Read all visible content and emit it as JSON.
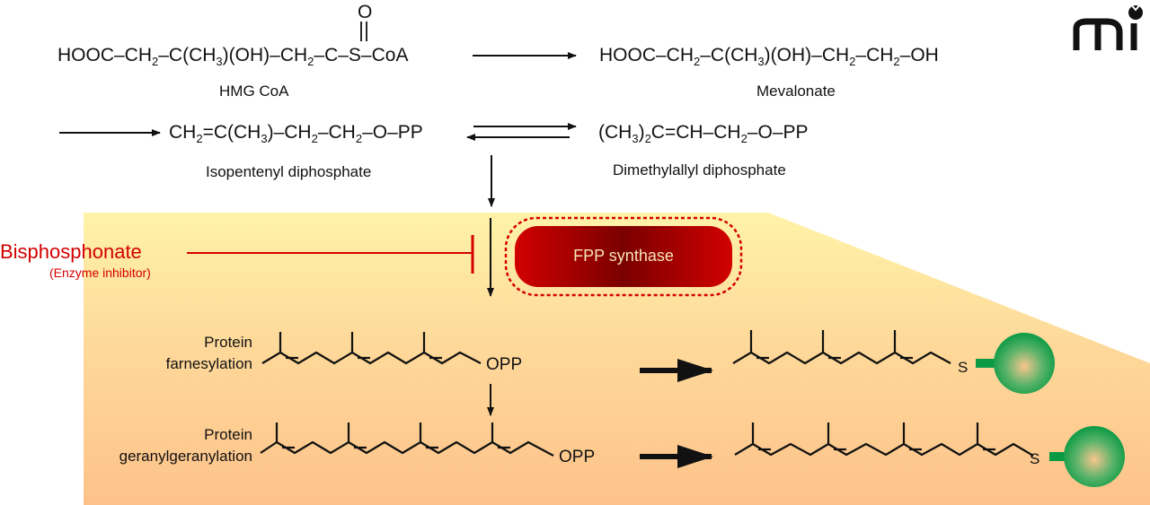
{
  "logo": {
    "text": "mi",
    "icon": "molecular-interventions-logo"
  },
  "colors": {
    "panel_top": "#fff3a6",
    "panel_bottom": "#fdc48c",
    "inhibitor": "#d40000",
    "enzyme_dark": "#7a0000",
    "enzyme_light": "#d10000",
    "protein_green": "#0a9a44",
    "protein_center": "#f7c98a"
  },
  "compounds": {
    "hmg_coa": {
      "formula_parts": [
        "HOOC–CH",
        "2",
        "–C(CH",
        "3",
        ")(OH)–CH",
        "2",
        "–C–S–CoA"
      ],
      "carbonyl_o": "O",
      "name": "HMG CoA"
    },
    "mevalonate": {
      "formula_parts": [
        "HOOC–CH",
        "2",
        "–C(CH",
        "3",
        ")(OH)–CH",
        "2",
        "–CH",
        "2",
        "–OH"
      ],
      "name": "Mevalonate"
    },
    "ipp": {
      "formula_parts": [
        "CH",
        "2",
        "=C(CH",
        "3",
        ")–CH",
        "2",
        "–CH",
        "2",
        "–O–PP"
      ],
      "name": "Isopentenyl diphosphate"
    },
    "dmapp": {
      "formula_parts": [
        "(CH",
        "3",
        ")",
        "2",
        "C=CH–CH",
        "2",
        "–O–PP"
      ],
      "name": "Dimethylallyl diphosphate"
    }
  },
  "enzyme": {
    "name": "FPP synthase"
  },
  "inhibitor": {
    "name": "Bisphosphonate",
    "role": "(Enzyme inhibitor)"
  },
  "pathways": {
    "farnesylation": {
      "label_line1": "Protein",
      "label_line2": "farnesylation",
      "leaving_group": "OPP",
      "linker": "S"
    },
    "geranylgeranylation": {
      "label_line1": "Protein",
      "label_line2": "geranylgeranylation",
      "leaving_group": "OPP",
      "linker": "S"
    }
  }
}
